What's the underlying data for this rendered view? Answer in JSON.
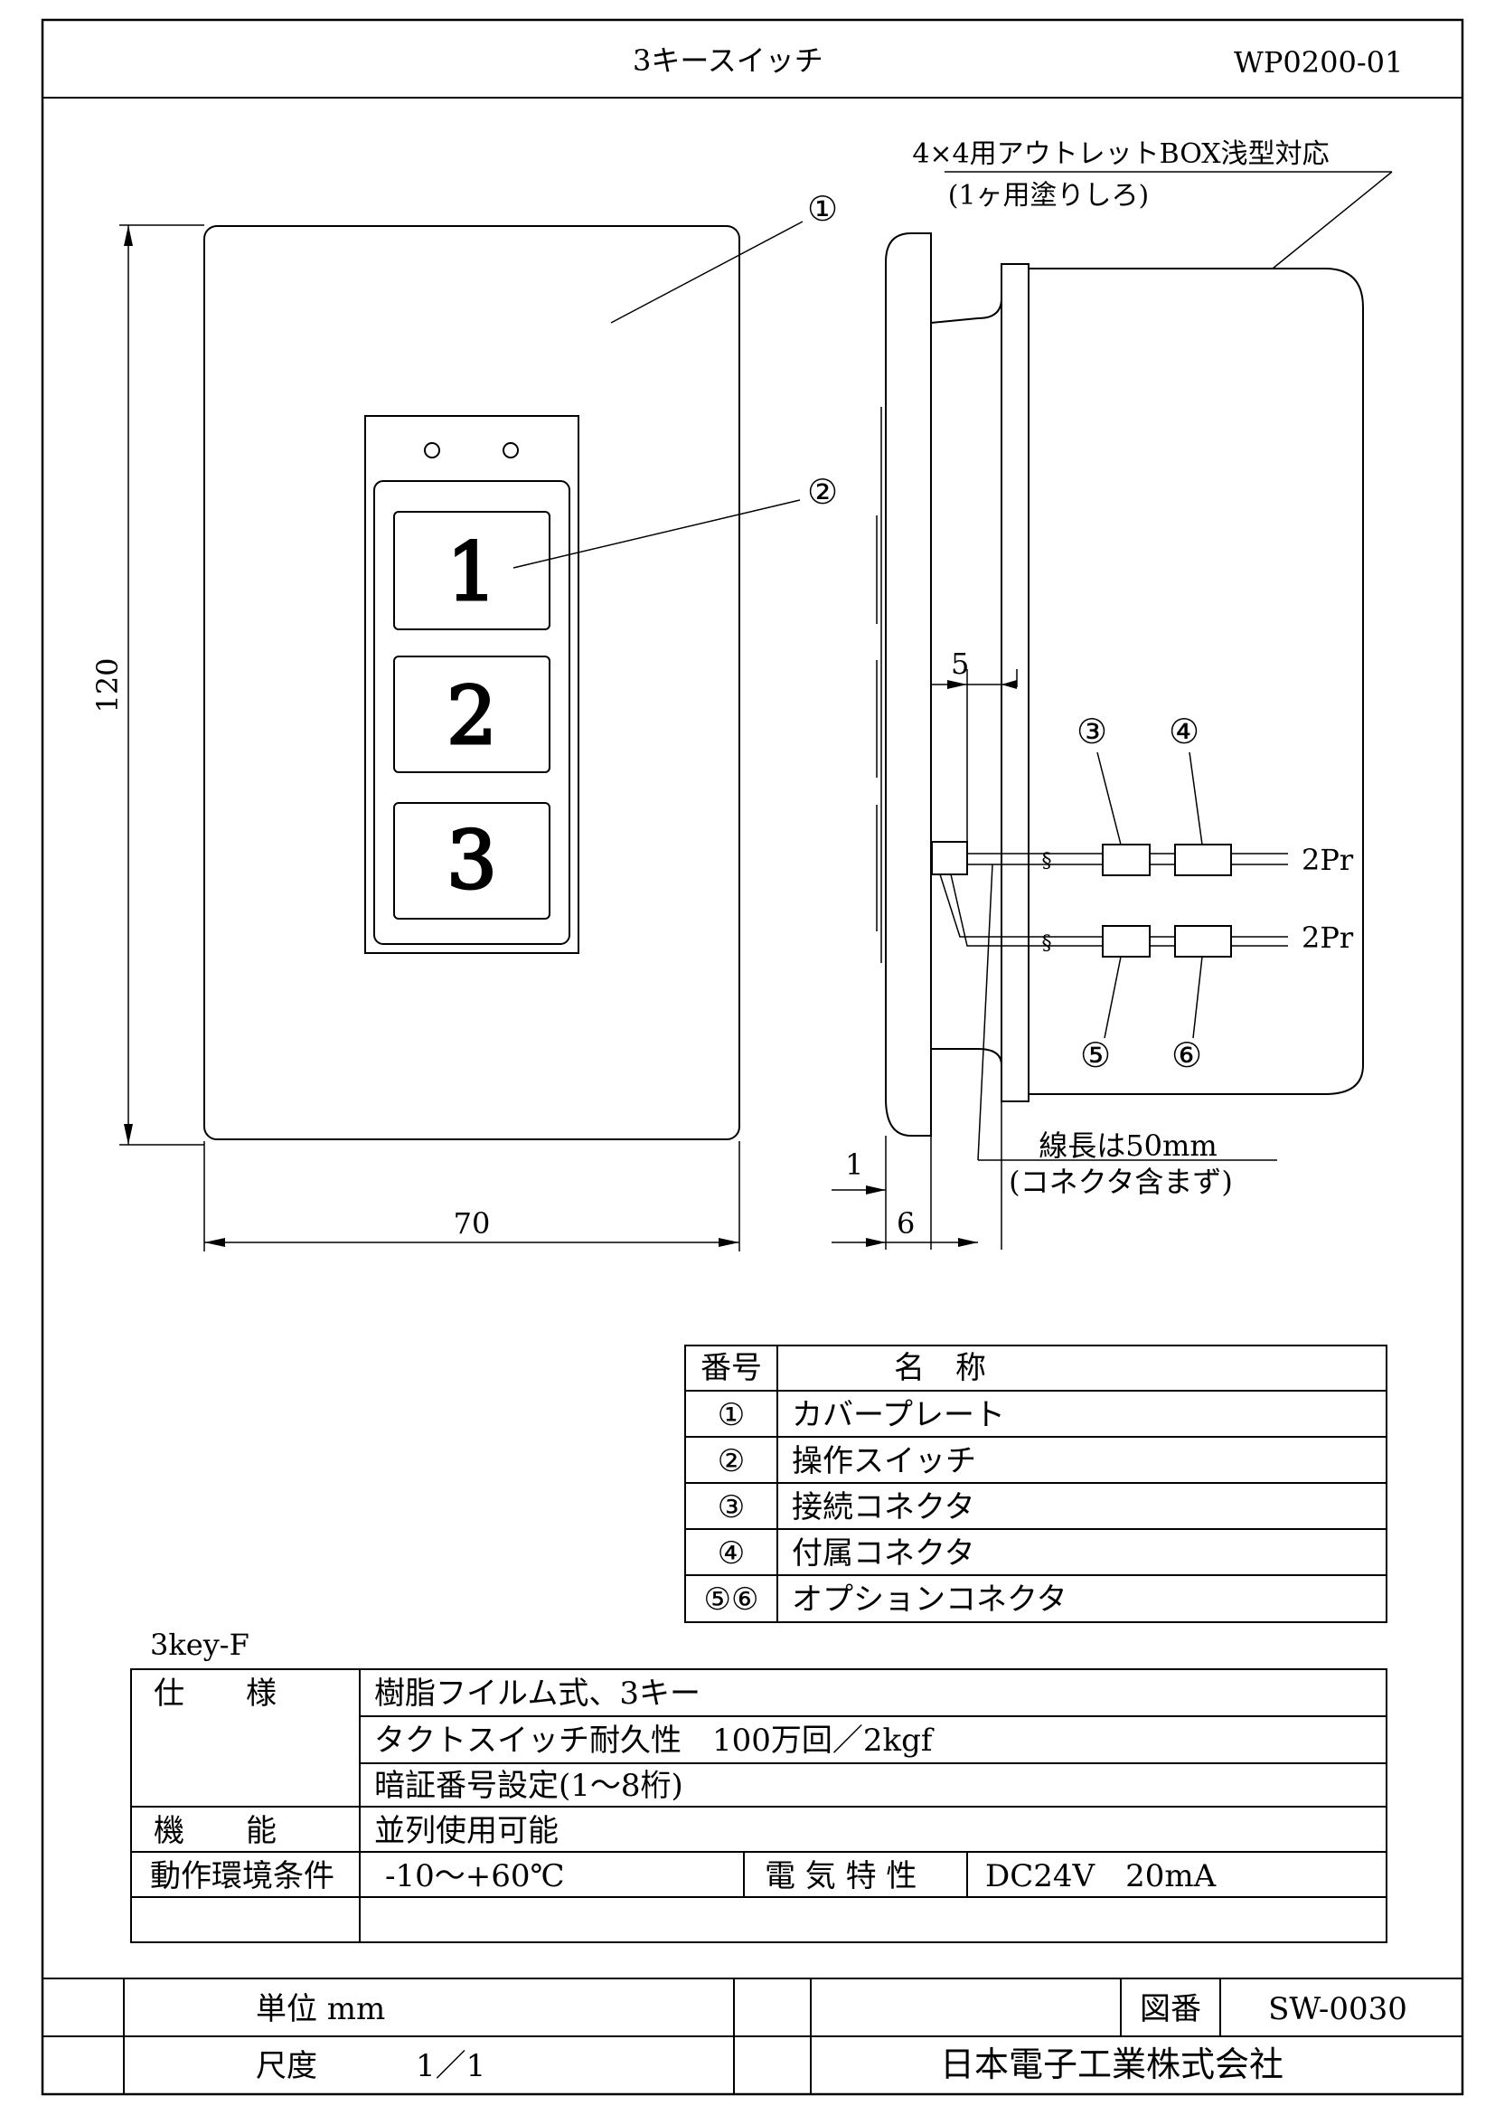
{
  "header": {
    "title": "3キースイッチ",
    "code": "WP0200-01"
  },
  "drawing": {
    "box_note_line1": "4×4用アウトレットBOX浅型対応",
    "box_note_line2": "(1ヶ用塗りしろ)",
    "callouts": [
      "①",
      "②",
      "③",
      "④",
      "⑤",
      "⑥"
    ],
    "keys": [
      "1",
      "2",
      "3"
    ],
    "dims": {
      "height": "120",
      "width": "70",
      "depth_5": "5",
      "depth_1": "1",
      "depth_6": "6"
    },
    "wire_label_upper": "2Pr",
    "wire_label_lower": "2Pr",
    "wire_note_line1": "線長は50mm",
    "wire_note_line2": "(コネクタ含まず)"
  },
  "parts_table": {
    "headers": [
      "番号",
      "名　称"
    ],
    "rows": [
      {
        "no": "①",
        "name": "カバープレート"
      },
      {
        "no": "②",
        "name": "操作スイッチ"
      },
      {
        "no": "③",
        "name": "接続コネクタ"
      },
      {
        "no": "④",
        "name": "付属コネクタ"
      },
      {
        "no": "⑤⑥",
        "name": "オプションコネクタ"
      }
    ]
  },
  "spec": {
    "model": "3key-F",
    "spec_label": "仕　　様",
    "spec_lines": [
      "樹脂フイルム式、3キー",
      "タクトスイッチ耐久性　100万回／2kgf",
      "暗証番号設定(1～8桁)"
    ],
    "function_label": "機　　能",
    "function_value": "並列使用可能",
    "env_label": "動作環境条件",
    "env_value": "-10～+60℃",
    "elec_label": "電 気 特 性",
    "elec_value": "DC24V　20mA"
  },
  "title_block": {
    "unit": "単位 mm",
    "scale_label": "尺度",
    "scale_value": "1／1",
    "drawing_no_label": "図番",
    "drawing_no": "SW-0030",
    "company": "日本電子工業株式会社"
  }
}
